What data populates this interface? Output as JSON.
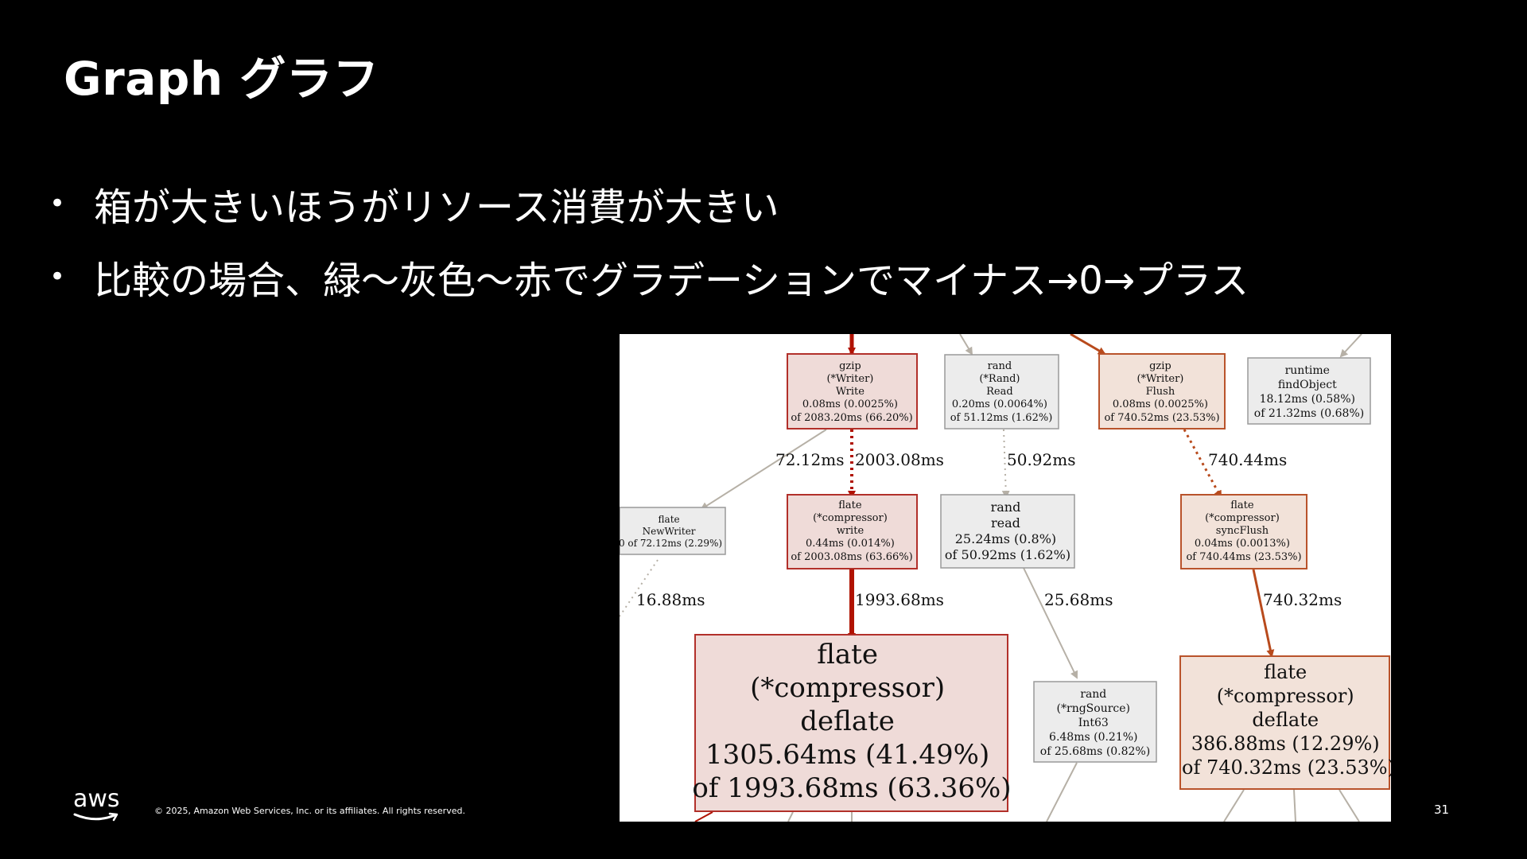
{
  "slide": {
    "title": "Graph グラフ",
    "bullets": [
      "箱が大きいほうがリソース消費が大きい",
      "比較の場合、緑〜灰色〜赤でグラデーションでマイナス→0→プラス"
    ],
    "footer": {
      "logo_text": "aws",
      "copyright": "© 2025, Amazon Web Services, Inc. or its affiliates. All rights reserved.",
      "page_number": "31"
    }
  },
  "colors": {
    "red_edge": "#b01200",
    "red_fill": "#efdbd8",
    "red_stroke": "#b2302a",
    "orange_edge": "#b84a1c",
    "orange_fill": "#f2e2d9",
    "orange_stroke": "#b9532b",
    "gray_fill": "#ececec",
    "gray_stroke": "#9a9a9a",
    "gray_edge": "#b6b0a6"
  },
  "graph": {
    "nodes": [
      {
        "id": "gzip_write",
        "lines": [
          "gzip",
          "(*Writer)",
          "Write",
          "0.08ms (0.0025%)",
          "of 2083.20ms (66.20%)"
        ],
        "tone": "red"
      },
      {
        "id": "rand_read_upper",
        "lines": [
          "rand",
          "(*Rand)",
          "Read",
          "0.20ms (0.0064%)",
          "of 51.12ms (1.62%)"
        ],
        "tone": "gray"
      },
      {
        "id": "gzip_flush",
        "lines": [
          "gzip",
          "(*Writer)",
          "Flush",
          "0.08ms (0.0025%)",
          "of 740.52ms (23.53%)"
        ],
        "tone": "orange"
      },
      {
        "id": "runtime_findobject",
        "lines": [
          "runtime",
          "findObject",
          "18.12ms (0.58%)",
          "of 21.32ms (0.68%)"
        ],
        "tone": "gray"
      },
      {
        "id": "flate_newwriter",
        "lines": [
          "flate",
          "NewWriter",
          "0 of 72.12ms (2.29%)"
        ],
        "tone": "gray"
      },
      {
        "id": "flate_compressor_write",
        "lines": [
          "flate",
          "(*compressor)",
          "write",
          "0.44ms (0.014%)",
          "of 2003.08ms (63.66%)"
        ],
        "tone": "red"
      },
      {
        "id": "rand_read",
        "lines": [
          "rand",
          "read",
          "25.24ms (0.8%)",
          "of 50.92ms (1.62%)"
        ],
        "tone": "gray"
      },
      {
        "id": "flate_syncflush",
        "lines": [
          "flate",
          "(*compressor)",
          "syncFlush",
          "0.04ms (0.0013%)",
          "of 740.44ms (23.53%)"
        ],
        "tone": "orange"
      },
      {
        "id": "flate_deflate_big",
        "lines": [
          "flate",
          "(*compressor)",
          "deflate",
          "1305.64ms (41.49%)",
          "of 1993.68ms (63.36%)"
        ],
        "tone": "red"
      },
      {
        "id": "rand_int63",
        "lines": [
          "rand",
          "(*rngSource)",
          "Int63",
          "6.48ms (0.21%)",
          "of 25.68ms (0.82%)"
        ],
        "tone": "gray"
      },
      {
        "id": "flate_deflate_right",
        "lines": [
          "flate",
          "(*compressor)",
          "deflate",
          "386.88ms (12.29%)",
          "of 740.32ms (23.53%)"
        ],
        "tone": "orange"
      }
    ],
    "edge_labels": [
      "72.12ms",
      "2003.08ms",
      "50.92ms",
      "740.44ms",
      "16.88ms",
      "1993.68ms",
      "25.68ms",
      "740.32ms"
    ]
  }
}
